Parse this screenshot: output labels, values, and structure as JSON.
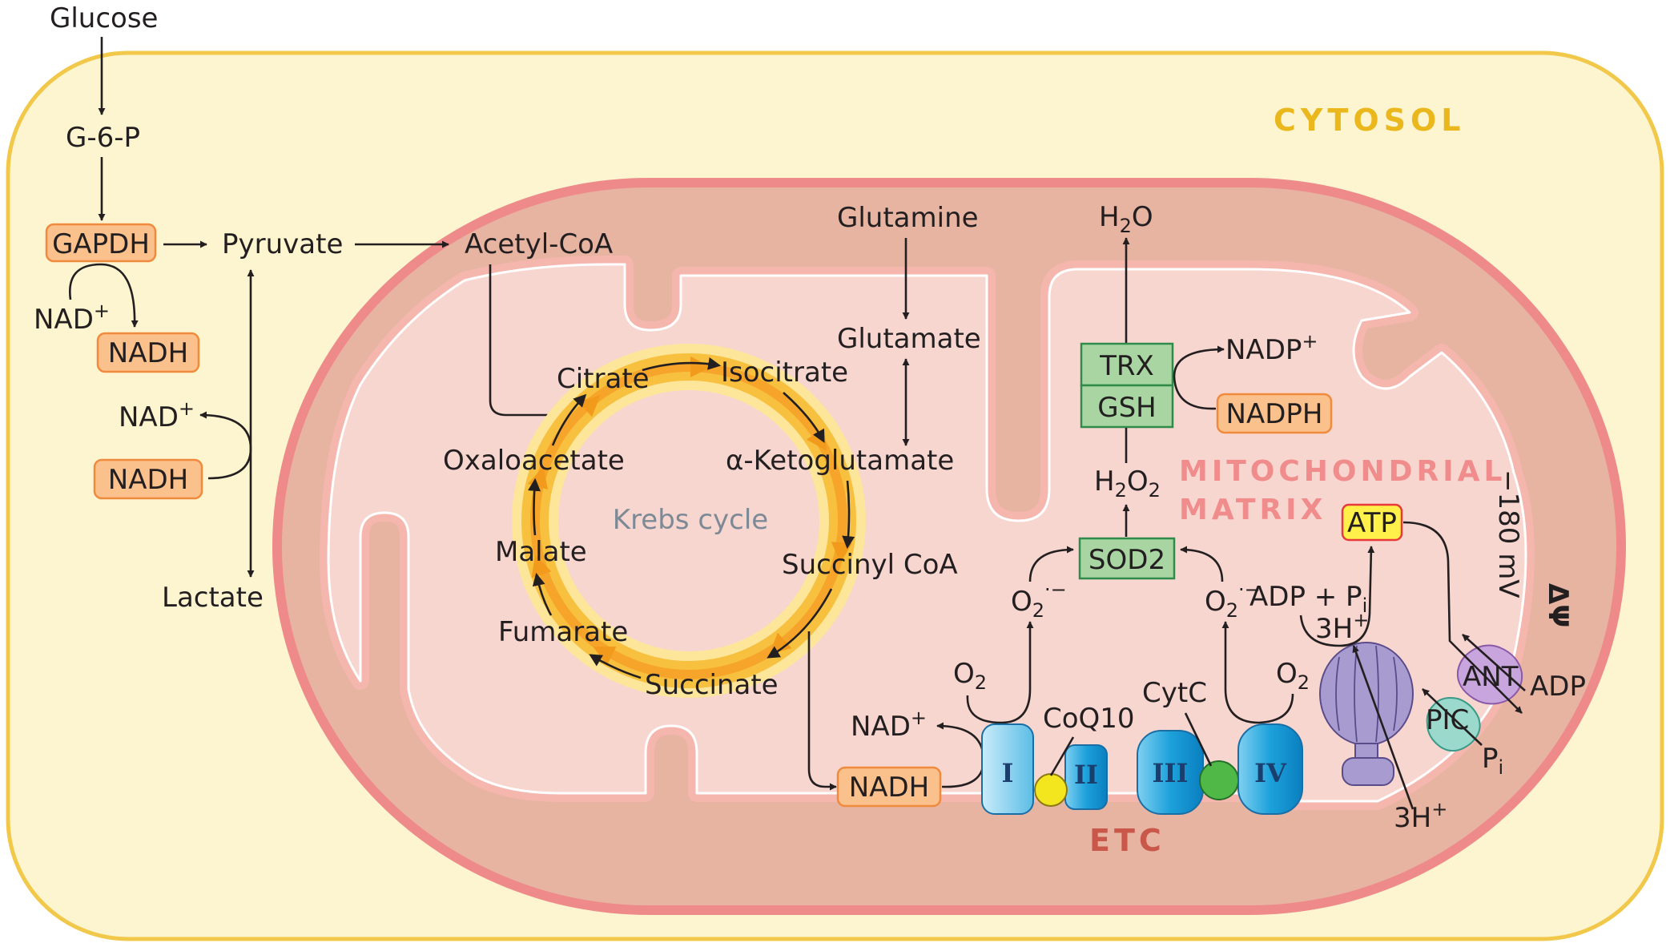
{
  "compartments": {
    "cytosol": "CYTOSOL",
    "matrix_line1": "MITOCHONDRIAL",
    "matrix_line2": "MATRIX",
    "etc": "ETC"
  },
  "glycolysis": {
    "glucose": "Glucose",
    "g6p": "G-6-P",
    "gapdh": "GAPDH",
    "pyruvate": "Pyruvate",
    "nad": "NAD",
    "nadh": "NADH",
    "nad2": "NAD",
    "nadh2": "NADH",
    "lactate": "Lactate",
    "acetyl_coa": "Acetyl-CoA"
  },
  "krebs": {
    "center_label": "Krebs cycle",
    "citrate": "Citrate",
    "isocitrate": "Isocitrate",
    "akg": "α-Ketoglutamate",
    "succinyl": "Succinyl CoA",
    "succinate": "Succinate",
    "fumarate": "Fumarate",
    "malate": "Malate",
    "oxaloacetate": "Oxaloacetate"
  },
  "glutamine": {
    "glutamine": "Glutamine",
    "glutamate": "Glutamate"
  },
  "ros": {
    "h2o_top": "H",
    "h2o_top_sub": "2",
    "h2o_top_end": "O",
    "trx": "TRX",
    "gsh": "GSH",
    "nadp": "NADP",
    "nadph": "NADPH",
    "h2o2": "H",
    "h2o2_sub1": "2",
    "h2o2_mid": "O",
    "h2o2_sub2": "2",
    "sod2": "SOD2",
    "o2_left": "O",
    "o2_left_sub": "2",
    "o2_left_sup": "·−",
    "o2_right": "O",
    "o2_right_sub": "2",
    "o2_right_sup": "·−"
  },
  "etc": {
    "nadh": "NADH",
    "nad": "NAD",
    "o2_a": "O",
    "o2_a_sub": "2",
    "o2_b": "O",
    "o2_b_sub": "2",
    "coq10": "CoQ10",
    "cytc": "CytC",
    "complex_1": "I",
    "complex_2": "II",
    "complex_3": "III",
    "complex_4": "IV"
  },
  "atp": {
    "atp": "ATP",
    "adp_pi": "ADP + P",
    "adp_pi_sub": "i",
    "h_in": "3H",
    "h_out": "3H",
    "ant": "ANT",
    "adp": "ADP",
    "pic": "PIC",
    "pi": "P",
    "pi_sub": "i",
    "potential": "−180 mV",
    "delta_psi": "ΔΨ"
  },
  "colors": {
    "cytosol_fill": "#fdf5cf",
    "cytosol_border": "#f2c84b",
    "outer_membrane": "#ef8a8a",
    "intermembrane": "#e7b4a2",
    "matrix": "#f8d6d0",
    "orange_box": "#fbc18c",
    "green_box": "#a8d5a2",
    "atp_box": "#fff04a",
    "krebs_ring": "#f7c13f",
    "complex_blue": "#1da1db",
    "cytc_green": "#4fb847",
    "coq10_yellow": "#f3e61f",
    "atp_synthase": "#a79bcf",
    "pic_teal": "#9ad9cc",
    "ant_purple": "#c8a6dd"
  }
}
